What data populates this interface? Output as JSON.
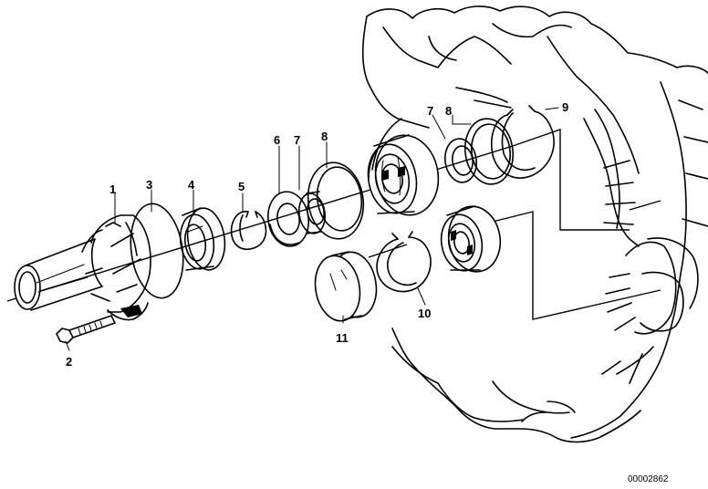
{
  "callouts": [
    {
      "id": "1",
      "label": "1",
      "part": "guide-tube"
    },
    {
      "id": "2",
      "label": "2",
      "part": "bolt"
    },
    {
      "id": "3",
      "label": "3",
      "part": "o-ring"
    },
    {
      "id": "4",
      "label": "4",
      "part": "shaft-seal"
    },
    {
      "id": "5",
      "label": "5",
      "part": "circlip"
    },
    {
      "id": "6",
      "label": "6",
      "part": "shim"
    },
    {
      "id": "7a",
      "label": "7",
      "part": "spacer"
    },
    {
      "id": "8a",
      "label": "8",
      "part": "shim-large"
    },
    {
      "id": "7b",
      "label": "7",
      "part": "spacer"
    },
    {
      "id": "8b",
      "label": "8",
      "part": "shim-large"
    },
    {
      "id": "9",
      "label": "9",
      "part": "circlip"
    },
    {
      "id": "10",
      "label": "10",
      "part": "snap-ring"
    },
    {
      "id": "11",
      "label": "11",
      "part": "cap"
    }
  ],
  "doc_number": "00002862"
}
